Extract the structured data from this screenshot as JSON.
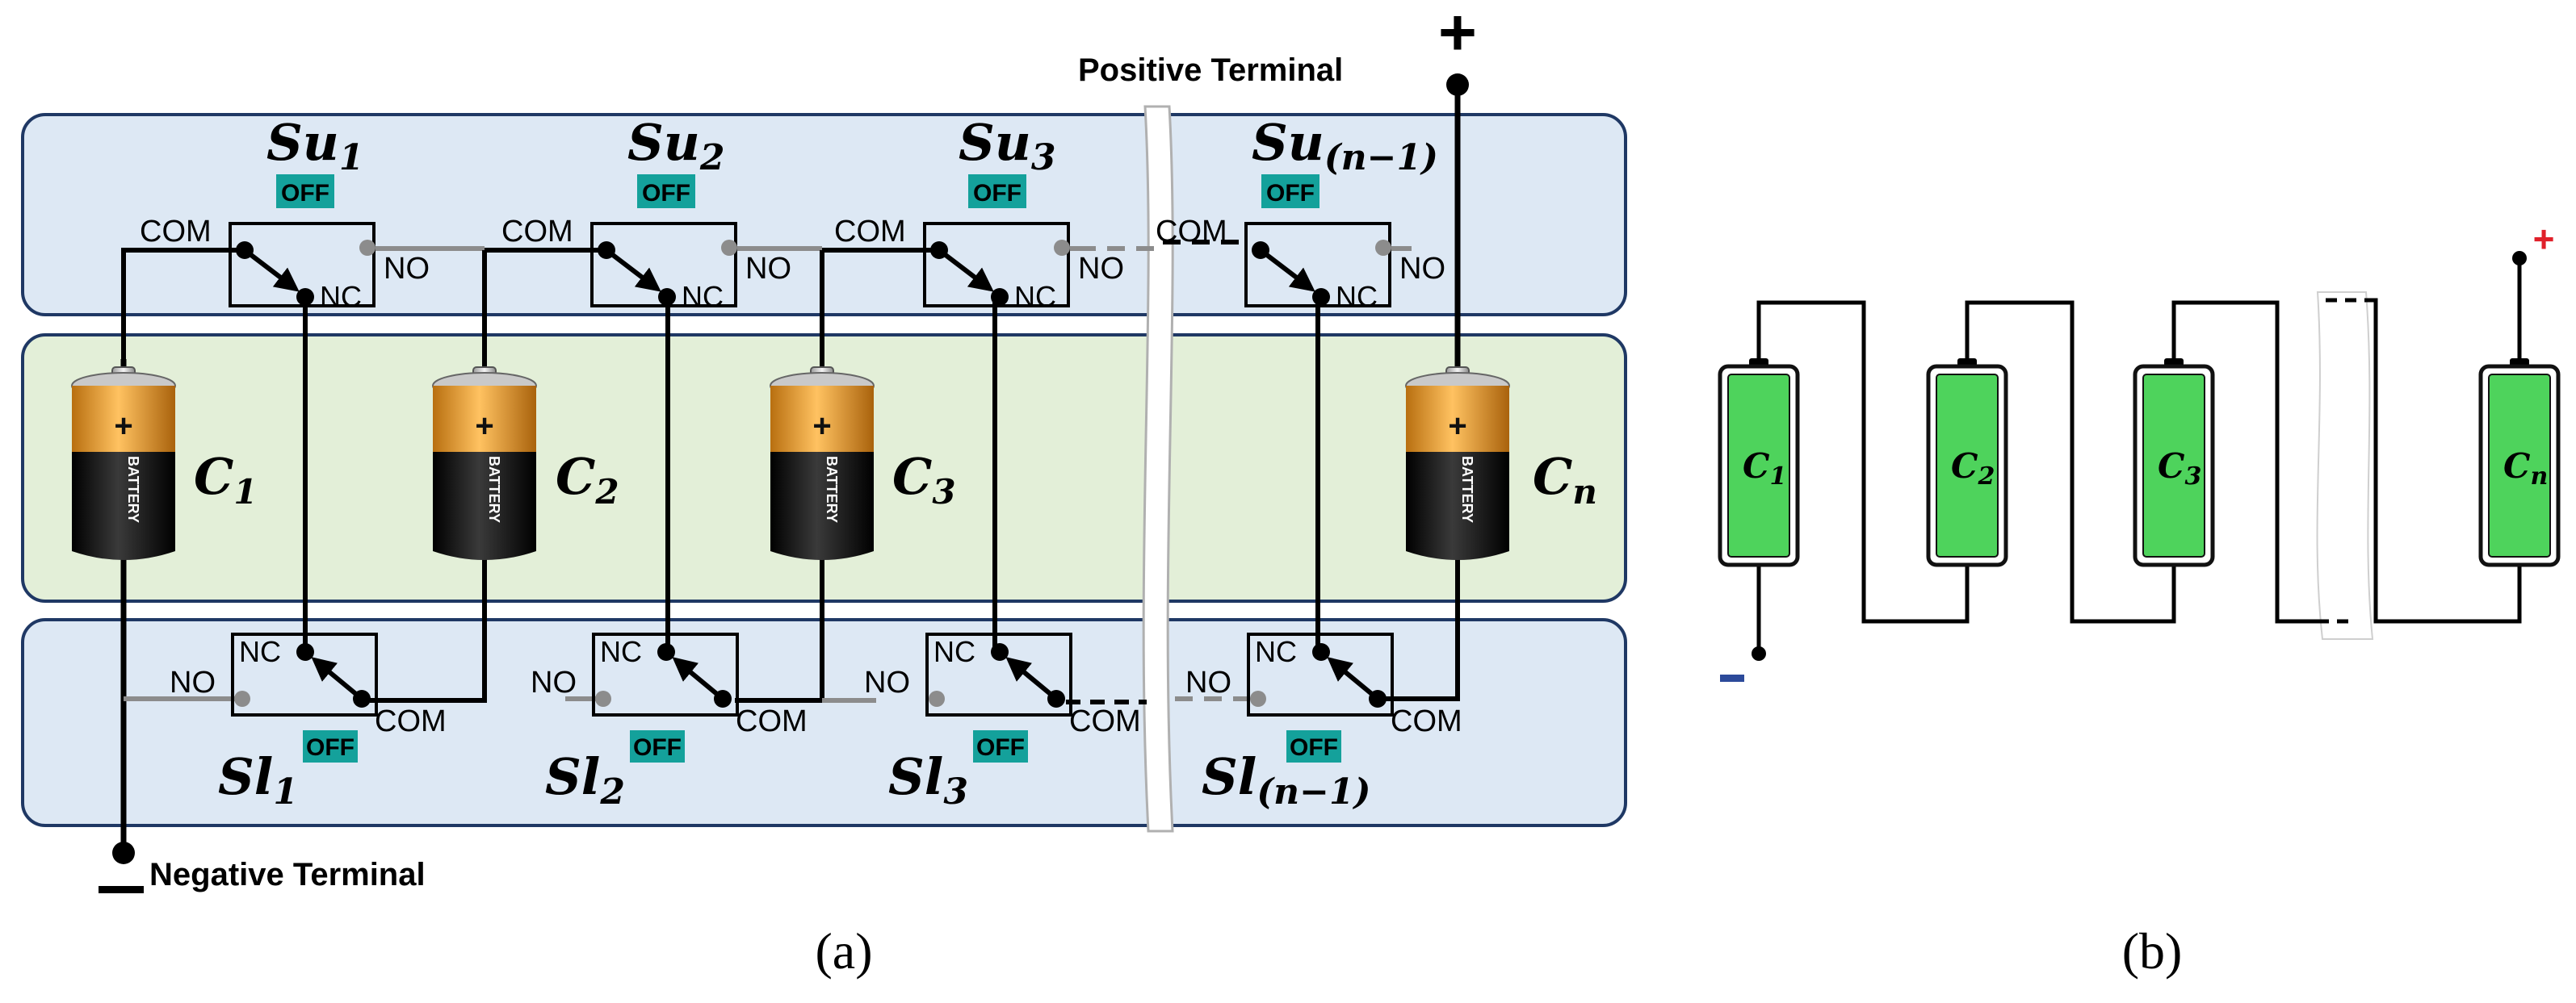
{
  "figure_a": {
    "caption": "(a)",
    "positive_terminal_label": "Positive Terminal",
    "negative_terminal_label": "Negative Terminal",
    "positive_sign": "+",
    "negative_sign": "−",
    "battery_body_text": "BATTERY",
    "battery_plus": "+",
    "upper_switches": [
      {
        "base": "Su",
        "sub": "1",
        "state": "OFF",
        "com": "COM",
        "nc": "NC",
        "no": "NO"
      },
      {
        "base": "Su",
        "sub": "2",
        "state": "OFF",
        "com": "COM",
        "nc": "NC",
        "no": "NO"
      },
      {
        "base": "Su",
        "sub": "3",
        "state": "OFF",
        "com": "COM",
        "nc": "NC",
        "no": "NO"
      },
      {
        "base": "Su",
        "sub": "(n−1)",
        "state": "OFF",
        "com": "COM",
        "nc": "NC",
        "no": "NO"
      }
    ],
    "lower_switches": [
      {
        "base": "Sl",
        "sub": "1",
        "state": "OFF",
        "com": "COM",
        "nc": "NC",
        "no": "NO"
      },
      {
        "base": "Sl",
        "sub": "2",
        "state": "OFF",
        "com": "COM",
        "nc": "NC",
        "no": "NO"
      },
      {
        "base": "Sl",
        "sub": "3",
        "state": "OFF",
        "com": "COM",
        "nc": "NC",
        "no": "NO"
      },
      {
        "base": "Sl",
        "sub": "(n−1)",
        "state": "OFF",
        "com": "COM",
        "nc": "NC",
        "no": "NO"
      }
    ],
    "cells": [
      {
        "base": "C",
        "sub": "1"
      },
      {
        "base": "C",
        "sub": "2"
      },
      {
        "base": "C",
        "sub": "3"
      },
      {
        "base": "C",
        "sub": "n"
      }
    ]
  },
  "figure_b": {
    "caption": "(b)",
    "positive_sign": "+",
    "negative_sign": "−",
    "cells": [
      {
        "base": "C",
        "sub": "1"
      },
      {
        "base": "C",
        "sub": "2"
      },
      {
        "base": "C",
        "sub": "3"
      },
      {
        "base": "C",
        "sub": "n"
      }
    ]
  },
  "colors": {
    "panel_blue": "#dde8f4",
    "panel_green": "#e3efd8",
    "panel_border": "#1f3864",
    "off_badge": "#14a19b",
    "battery_orange": "#f0a030",
    "battery_black": "#111111",
    "cell_green": "#4ed35c",
    "positive_red": "#e0202a",
    "negative_blue": "#2c4a9a",
    "gray_wire": "#8c8c8c"
  }
}
